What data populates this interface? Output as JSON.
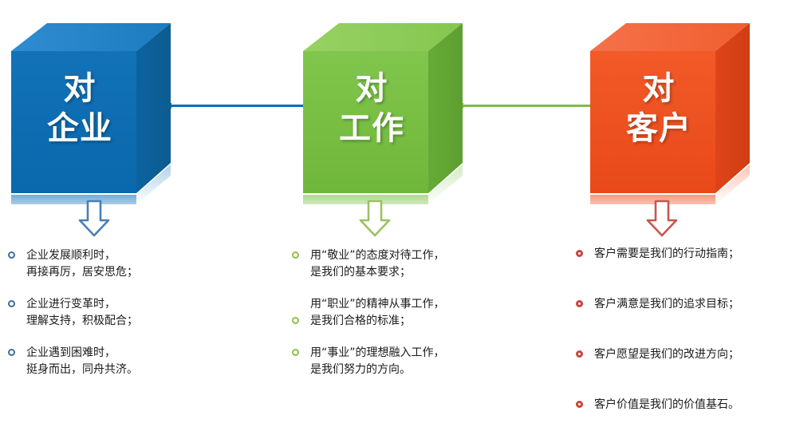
{
  "diagram": {
    "title": "三对理念图",
    "colors": {
      "blue_front": "#0c6eb4",
      "blue_top": "#2a86c8",
      "blue_side": "#0a5e99",
      "green_front": "#78c043",
      "green_top": "#8ccb5c",
      "green_side": "#68ac38",
      "red_front": "#ef5423",
      "red_top": "#f3663a",
      "red_side": "#e04a1c",
      "bullet_blue": "#3f6f9e",
      "bullet_green": "#8fbf4a",
      "bullet_red": "#c8453c",
      "text": "#1b1b1b"
    },
    "nodes": [
      {
        "id": "enterprise",
        "label": "对\n企业",
        "label_line1": "对",
        "label_line2": "企业",
        "color_key": "blue",
        "arrow_name": "down-arrow-blue"
      },
      {
        "id": "work",
        "label": "对\n工作",
        "label_line1": "对",
        "label_line2": "工作",
        "color_key": "green",
        "arrow_name": "down-arrow-green"
      },
      {
        "id": "customer",
        "label": "对\n客户",
        "label_line1": "对",
        "label_line2": "客户",
        "color_key": "red",
        "arrow_name": "down-arrow-red"
      }
    ],
    "connectors": [
      {
        "id": "blue-green",
        "from": "enterprise",
        "to": "work",
        "color": "#0c6eb4"
      },
      {
        "id": "green-red",
        "from": "work",
        "to": "customer",
        "color": "#79bf43"
      }
    ],
    "columns": [
      {
        "id": "enterprise",
        "items": [
          "企业发展顺利时，\n再接再厉，居安思危；",
          "企业进行变革时，\n理解支持，积极配合；",
          "企业遇到困难时，\n挺身而出，同舟共济。"
        ]
      },
      {
        "id": "work",
        "items": [
          "用“敬业”的态度对待工作，\n是我们的基本要求；",
          "用“职业”的精神从事工作，\n是我们合格的标准；",
          "用“事业”的理想融入工作，\n是我们努力的方向。"
        ]
      },
      {
        "id": "customer",
        "items": [
          "客户需要是我们的行动指南；",
          "客户满意是我们的追求目标；",
          "客户愿望是我们的改进方向；",
          "客户价值是我们的价值基石。"
        ]
      }
    ]
  }
}
